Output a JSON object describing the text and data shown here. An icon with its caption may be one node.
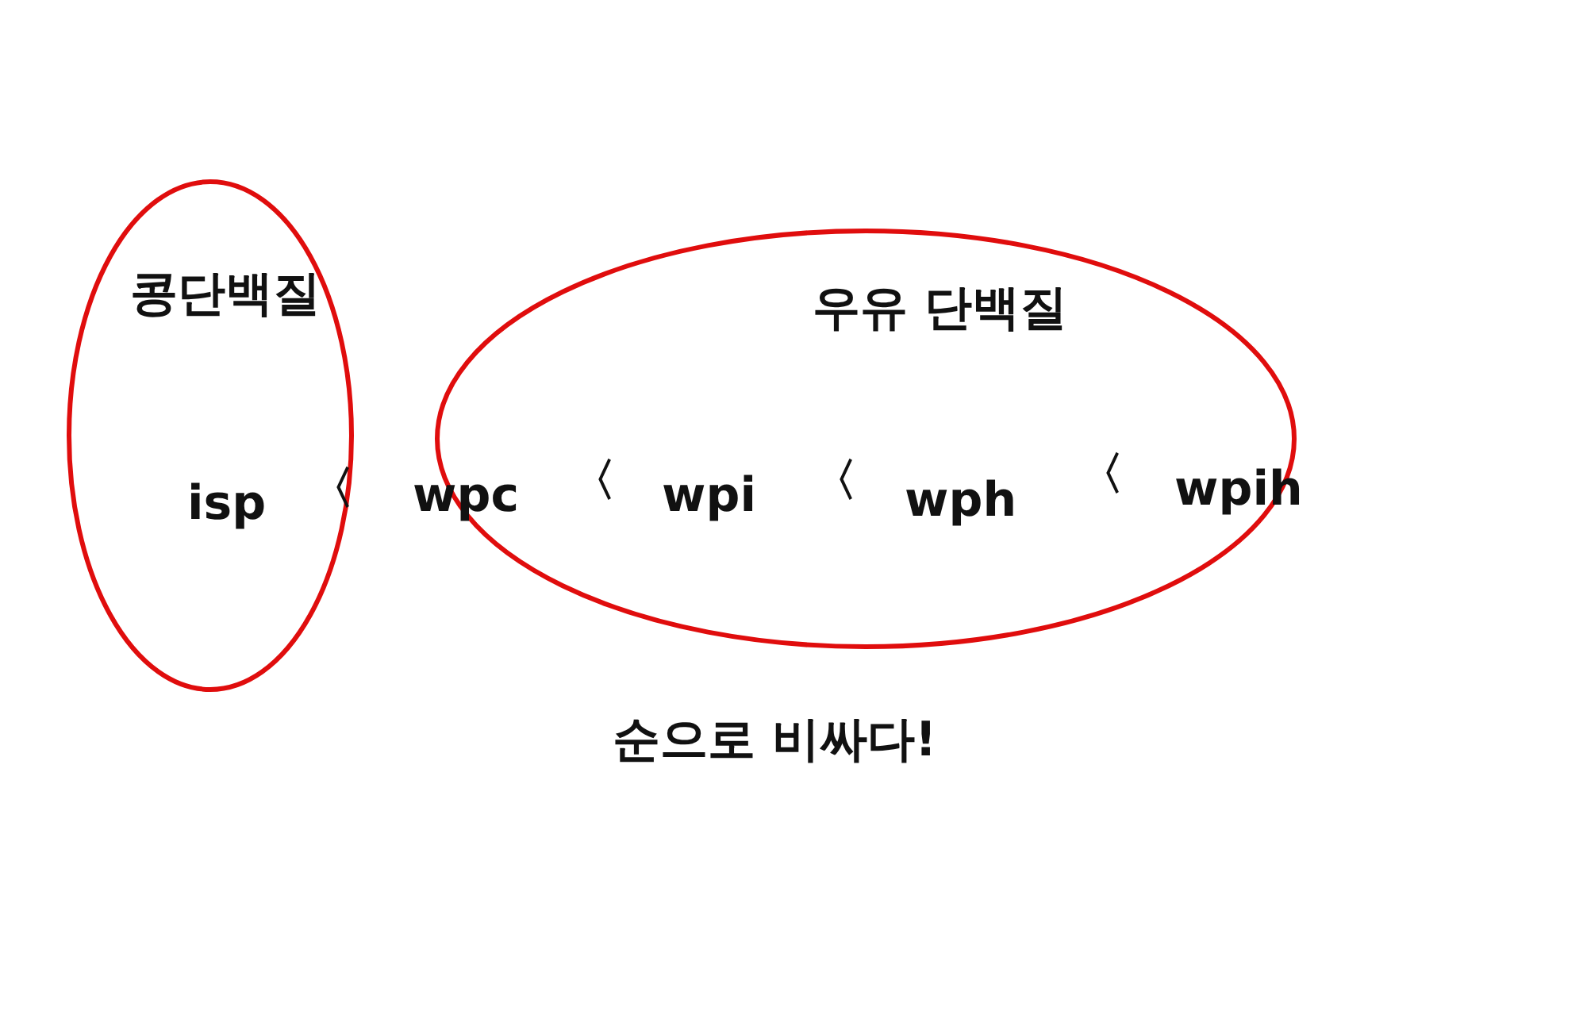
{
  "diagram": {
    "nodes": [
      {
        "text": [
          "콩단백질",
          "isp",
          "〈"
        ]
      },
      {
        "text": [
          "우유 단백질",
          "wpc",
          "〈",
          "wpi",
          "〈",
          "wph",
          "〈",
          "wpih"
        ]
      }
    ],
    "labels": [
      "순으로 비싸다!"
    ]
  }
}
